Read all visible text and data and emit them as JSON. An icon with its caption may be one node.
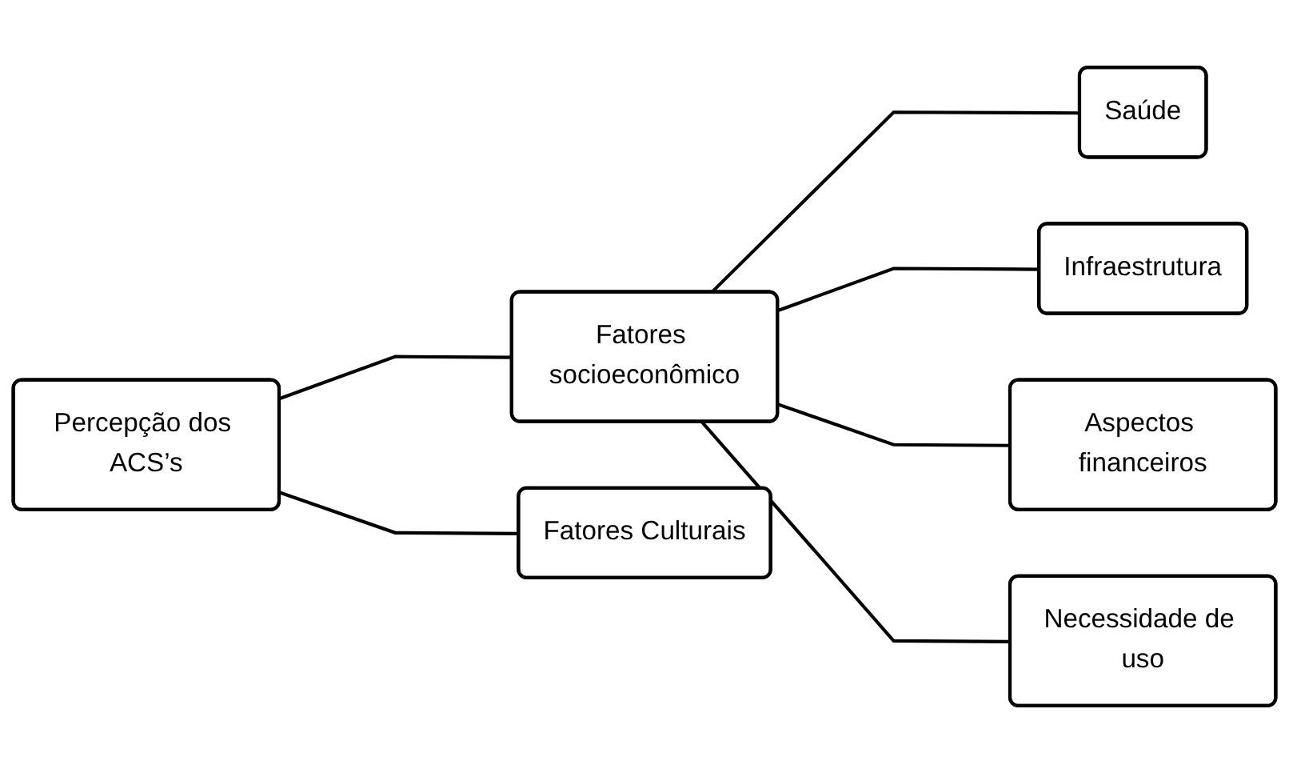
{
  "diagram": {
    "nodes": [
      {
        "text": [
          "Percepção dos ACS’s"
        ]
      },
      {
        "text": [
          "Fatores socioeconômico"
        ]
      },
      {
        "text": [
          "Fatores Culturais"
        ]
      },
      {
        "text": [
          "Saúde"
        ]
      },
      {
        "text": [
          "Infraestrutura"
        ]
      },
      {
        "text": [
          "Aspectos financeiros"
        ]
      },
      {
        "text": [
          "Necessidade de uso"
        ]
      }
    ],
    "edges": [
      {
        "from": 0,
        "to": 1,
        "arrow": "none"
      },
      {
        "from": 0,
        "to": 2,
        "arrow": "none"
      },
      {
        "from": 1,
        "to": 3,
        "arrow": "none"
      },
      {
        "from": 1,
        "to": 4,
        "arrow": "none"
      },
      {
        "from": 1,
        "to": 5,
        "arrow": "none"
      },
      {
        "from": 1,
        "to": 6,
        "arrow": "none"
      }
    ]
  }
}
